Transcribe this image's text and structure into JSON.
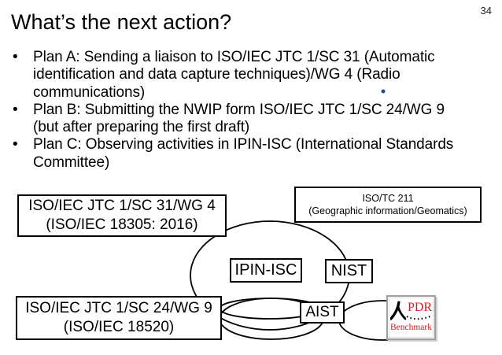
{
  "page_number": "34",
  "title": "What’s the next action?",
  "bullet_char": "•",
  "bullets": [
    {
      "text": "Plan A: Sending a liaison to ISO/IEC JTC 1/SC 31 (Automatic\nidentification and data capture techniques)/WG 4 (Radio\ncommunications)"
    },
    {
      "text": "Plan B: Submitting the NWIP form ISO/IEC JTC 1/SC 24/WG 9\n(but after preparing the first draft)"
    },
    {
      "text": "Plan C: Observing activities in IPIN-ISC (International Standards\nCommittee)"
    }
  ],
  "diagram": {
    "boxes": {
      "sc31": {
        "line1": "ISO/IEC JTC 1/SC 31/WG 4",
        "line2": "(ISO/IEC 18305: 2016)"
      },
      "tc211": {
        "line1": "ISO/TC 211",
        "line2": "(Geographic information/Geomatics)"
      },
      "ipin_isc": {
        "label": "IPIN-ISC"
      },
      "nist": {
        "label": "NIST"
      },
      "aist": {
        "label": "AIST"
      },
      "wg9": {
        "line1": "ISO/IEC JTC 1/SC 24/WG 9",
        "line2": "(ISO/IEC 18520)"
      }
    },
    "pdr_logo": {
      "title": "PDR",
      "subtitle": "Benchmark",
      "person_icon": "person-kanji-icon",
      "footsteps_icon": "footsteps-dots-icon"
    }
  },
  "colors": {
    "text": "#000000",
    "line": "#000000",
    "logo_red": "#cc2020",
    "logo_frame_grey": "#9e9e9e",
    "cursor_dot": "#1e4ba0"
  }
}
